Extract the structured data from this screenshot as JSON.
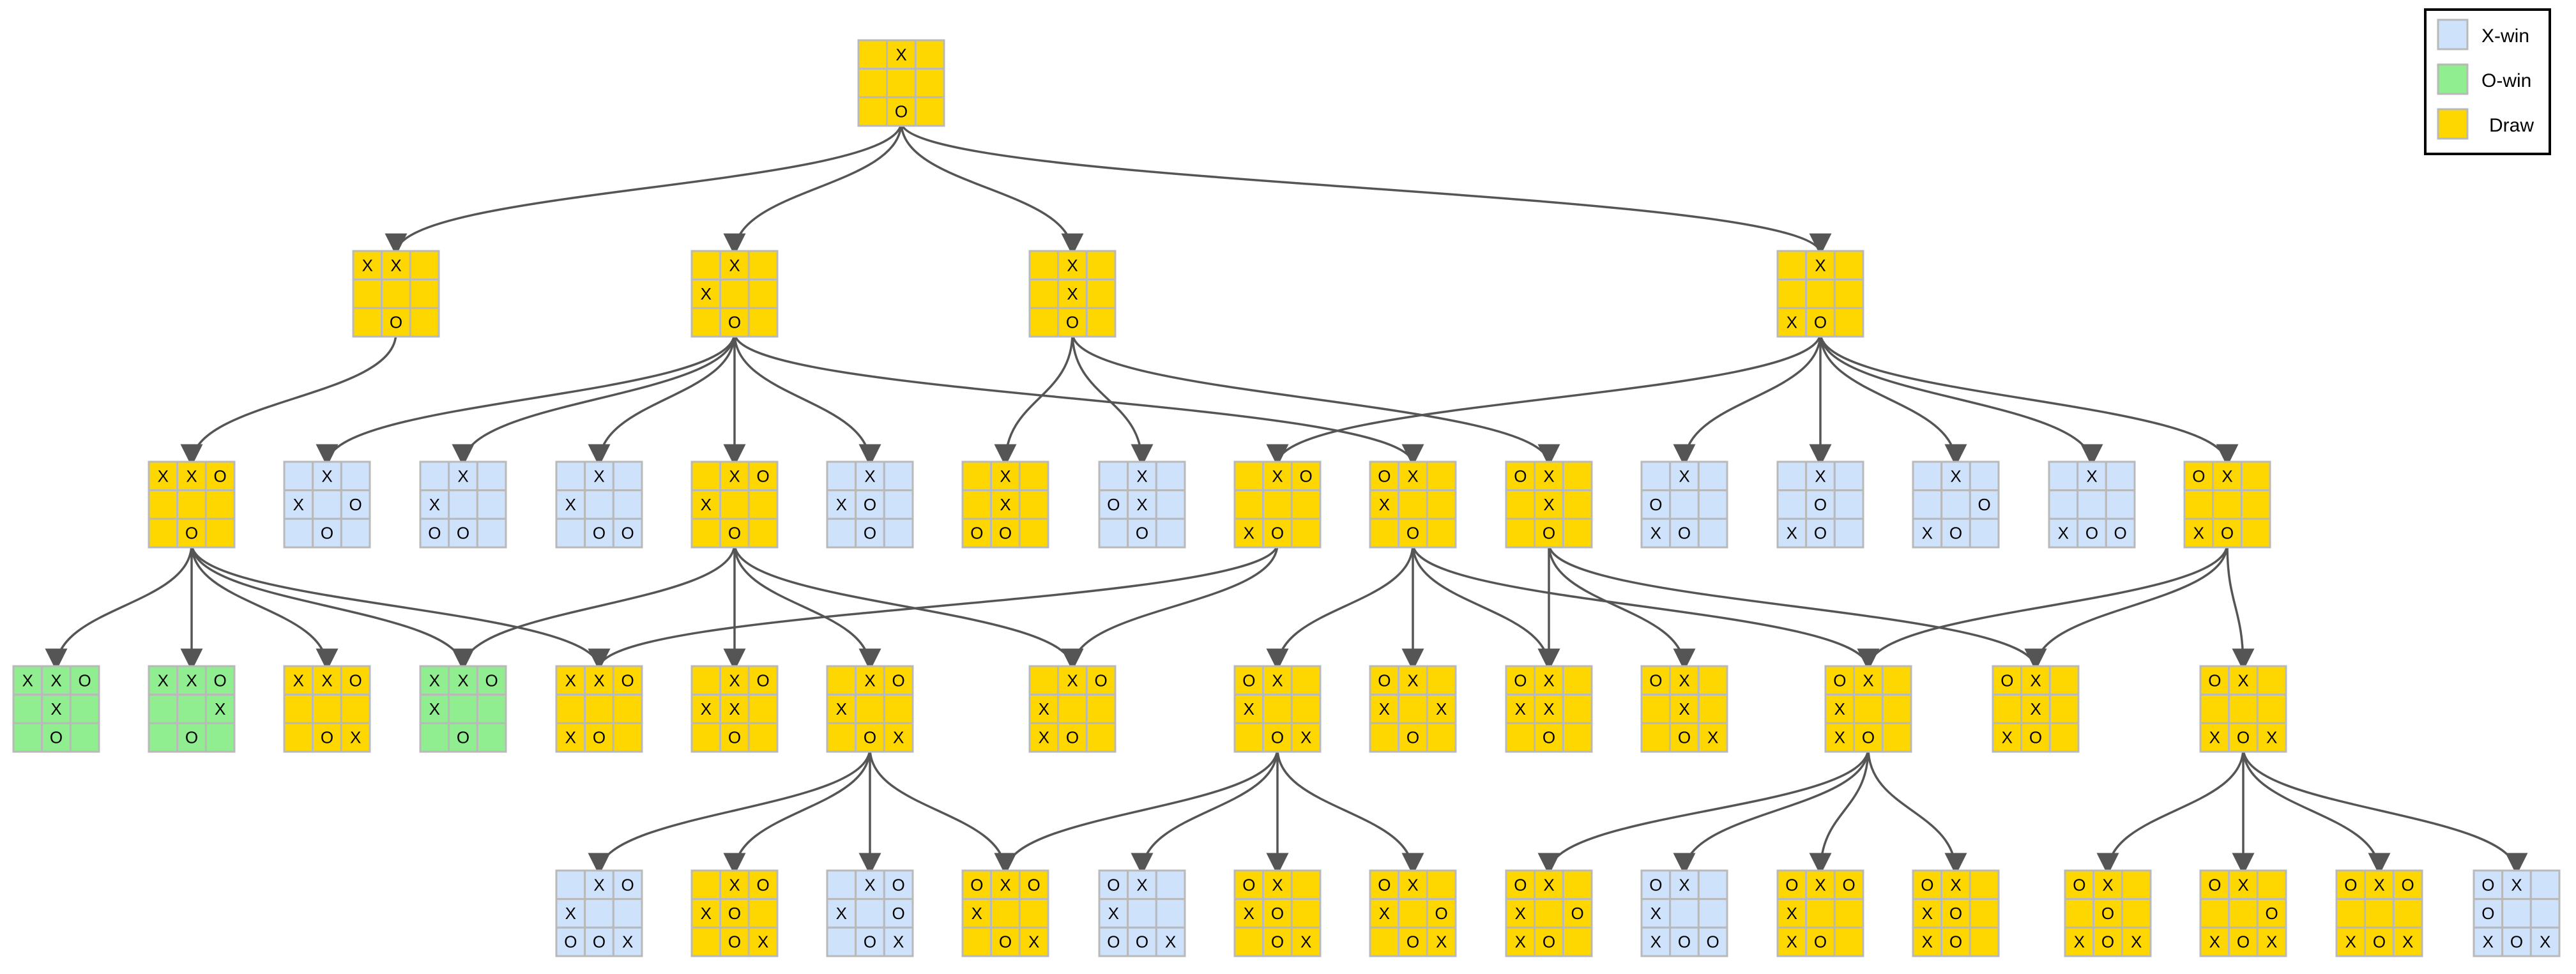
{
  "colors": {
    "x_win": "#cfe2fb",
    "o_win": "#90ee90",
    "draw": "#ffd700",
    "grid": "#b9b9b9",
    "edge": "#555555"
  },
  "legend": {
    "items": [
      {
        "label": "X-win",
        "outcome": "x_win"
      },
      {
        "label": "O-win",
        "outcome": "o_win"
      },
      {
        "label": "Draw",
        "outcome": "draw"
      }
    ]
  },
  "nodes": [
    {
      "id": "root",
      "board": [
        " X ",
        "   ",
        " O "
      ],
      "outcome": "draw"
    },
    {
      "id": "a1",
      "board": [
        "XX ",
        "   ",
        " O "
      ],
      "outcome": "draw"
    },
    {
      "id": "a2",
      "board": [
        " X ",
        "X  ",
        " O "
      ],
      "outcome": "draw"
    },
    {
      "id": "a3",
      "board": [
        " X ",
        " X ",
        " O "
      ],
      "outcome": "draw"
    },
    {
      "id": "a4",
      "board": [
        " X ",
        "   ",
        "XO "
      ],
      "outcome": "draw"
    },
    {
      "id": "b1",
      "board": [
        "XXO",
        "   ",
        " O "
      ],
      "outcome": "draw"
    },
    {
      "id": "b2",
      "board": [
        " X ",
        "X O",
        " O "
      ],
      "outcome": "x_win"
    },
    {
      "id": "b3",
      "board": [
        " X ",
        "X  ",
        "OO "
      ],
      "outcome": "x_win"
    },
    {
      "id": "b4",
      "board": [
        " X ",
        "X  ",
        " OO"
      ],
      "outcome": "x_win"
    },
    {
      "id": "b5",
      "board": [
        " XO",
        "X  ",
        " O "
      ],
      "outcome": "draw"
    },
    {
      "id": "b6",
      "board": [
        " X ",
        "XO ",
        " O "
      ],
      "outcome": "x_win"
    },
    {
      "id": "b7",
      "board": [
        " X ",
        " X ",
        "OO "
      ],
      "outcome": "draw"
    },
    {
      "id": "b8",
      "board": [
        " X ",
        "OX ",
        " O "
      ],
      "outcome": "x_win"
    },
    {
      "id": "b9",
      "board": [
        " XO",
        "   ",
        "XO "
      ],
      "outcome": "draw"
    },
    {
      "id": "b10",
      "board": [
        "OX ",
        "X  ",
        " O "
      ],
      "outcome": "draw"
    },
    {
      "id": "b11",
      "board": [
        "OX ",
        " X ",
        " O "
      ],
      "outcome": "draw"
    },
    {
      "id": "b12",
      "board": [
        " X ",
        "O  ",
        "XO "
      ],
      "outcome": "x_win"
    },
    {
      "id": "b13",
      "board": [
        " X ",
        " O ",
        "XO "
      ],
      "outcome": "x_win"
    },
    {
      "id": "b14",
      "board": [
        " X ",
        "  O",
        "XO "
      ],
      "outcome": "x_win"
    },
    {
      "id": "b15",
      "board": [
        " X ",
        "   ",
        "XOO"
      ],
      "outcome": "x_win"
    },
    {
      "id": "b16",
      "board": [
        "OX ",
        "   ",
        "XO "
      ],
      "outcome": "draw"
    },
    {
      "id": "c1",
      "board": [
        "XXO",
        " X ",
        " O "
      ],
      "outcome": "o_win"
    },
    {
      "id": "c2",
      "board": [
        "XXO",
        "  X",
        " O "
      ],
      "outcome": "o_win"
    },
    {
      "id": "c3",
      "board": [
        "XXO",
        "   ",
        " OX"
      ],
      "outcome": "draw"
    },
    {
      "id": "c4",
      "board": [
        "XXO",
        "X  ",
        " O "
      ],
      "outcome": "o_win"
    },
    {
      "id": "c5",
      "board": [
        "XXO",
        "   ",
        "XO "
      ],
      "outcome": "draw"
    },
    {
      "id": "c6",
      "board": [
        " XO",
        "XX ",
        " O "
      ],
      "outcome": "draw"
    },
    {
      "id": "c7",
      "board": [
        " XO",
        "X  ",
        " OX"
      ],
      "outcome": "draw"
    },
    {
      "id": "c8",
      "board": [
        " XO",
        "X  ",
        "XO "
      ],
      "outcome": "draw"
    },
    {
      "id": "c9",
      "board": [
        "OX ",
        "X  ",
        " OX"
      ],
      "outcome": "draw"
    },
    {
      "id": "c10",
      "board": [
        "OX ",
        "X X",
        " O "
      ],
      "outcome": "draw"
    },
    {
      "id": "c11",
      "board": [
        "OX ",
        "XX ",
        " O "
      ],
      "outcome": "draw"
    },
    {
      "id": "c12",
      "board": [
        "OX ",
        " X ",
        " OX"
      ],
      "outcome": "draw"
    },
    {
      "id": "c13",
      "board": [
        "OX ",
        "X  ",
        "XO "
      ],
      "outcome": "draw"
    },
    {
      "id": "c14",
      "board": [
        "OX ",
        " X ",
        "XO "
      ],
      "outcome": "draw"
    },
    {
      "id": "c15",
      "board": [
        "OX ",
        "   ",
        "XOX"
      ],
      "outcome": "draw"
    },
    {
      "id": "d1",
      "board": [
        " XO",
        "X  ",
        "OOX"
      ],
      "outcome": "x_win"
    },
    {
      "id": "d2",
      "board": [
        " XO",
        "XO ",
        " OX"
      ],
      "outcome": "draw"
    },
    {
      "id": "d3",
      "board": [
        " XO",
        "X O",
        " OX"
      ],
      "outcome": "x_win"
    },
    {
      "id": "d4",
      "board": [
        "OXO",
        "X  ",
        " OX"
      ],
      "outcome": "draw"
    },
    {
      "id": "d5",
      "board": [
        "OX ",
        "X  ",
        "OOX"
      ],
      "outcome": "x_win"
    },
    {
      "id": "d6",
      "board": [
        "OX ",
        "XO ",
        " OX"
      ],
      "outcome": "draw"
    },
    {
      "id": "d7",
      "board": [
        "OX ",
        "X O",
        " OX"
      ],
      "outcome": "draw"
    },
    {
      "id": "d8",
      "board": [
        "OX ",
        "X O",
        "XO "
      ],
      "outcome": "draw"
    },
    {
      "id": "d9",
      "board": [
        "OX ",
        "X  ",
        "XOO"
      ],
      "outcome": "x_win"
    },
    {
      "id": "d10",
      "board": [
        "OXO",
        "X  ",
        "XO "
      ],
      "outcome": "draw"
    },
    {
      "id": "d11",
      "board": [
        "OX ",
        "XO ",
        "XO "
      ],
      "outcome": "draw"
    },
    {
      "id": "d12",
      "board": [
        "OX ",
        " O ",
        "XOX"
      ],
      "outcome": "draw"
    },
    {
      "id": "d13",
      "board": [
        "OX ",
        "  O",
        "XOX"
      ],
      "outcome": "draw"
    },
    {
      "id": "d14",
      "board": [
        "OXO",
        "   ",
        "XOX"
      ],
      "outcome": "draw"
    },
    {
      "id": "d15",
      "board": [
        "OX ",
        "O  ",
        "XOX"
      ],
      "outcome": "x_win"
    }
  ],
  "edges": [
    [
      "root",
      "a1"
    ],
    [
      "root",
      "a2"
    ],
    [
      "root",
      "a3"
    ],
    [
      "root",
      "a4"
    ],
    [
      "a1",
      "b1"
    ],
    [
      "a2",
      "b2"
    ],
    [
      "a2",
      "b3"
    ],
    [
      "a2",
      "b4"
    ],
    [
      "a2",
      "b5"
    ],
    [
      "a2",
      "b6"
    ],
    [
      "a2",
      "b10"
    ],
    [
      "a3",
      "b7"
    ],
    [
      "a3",
      "b8"
    ],
    [
      "a3",
      "b11"
    ],
    [
      "a4",
      "b9"
    ],
    [
      "a4",
      "b12"
    ],
    [
      "a4",
      "b13"
    ],
    [
      "a4",
      "b14"
    ],
    [
      "a4",
      "b15"
    ],
    [
      "a4",
      "b16"
    ],
    [
      "b1",
      "c1"
    ],
    [
      "b1",
      "c2"
    ],
    [
      "b1",
      "c3"
    ],
    [
      "b1",
      "c4"
    ],
    [
      "b1",
      "c5"
    ],
    [
      "b5",
      "c4"
    ],
    [
      "b5",
      "c6"
    ],
    [
      "b5",
      "c7"
    ],
    [
      "b5",
      "c8"
    ],
    [
      "b9",
      "c5"
    ],
    [
      "b9",
      "c8"
    ],
    [
      "b10",
      "c9"
    ],
    [
      "b10",
      "c10"
    ],
    [
      "b10",
      "c11"
    ],
    [
      "b10",
      "c13"
    ],
    [
      "b11",
      "c11"
    ],
    [
      "b11",
      "c12"
    ],
    [
      "b11",
      "c14"
    ],
    [
      "b16",
      "c13"
    ],
    [
      "b16",
      "c14"
    ],
    [
      "b16",
      "c15"
    ],
    [
      "c7",
      "d1"
    ],
    [
      "c7",
      "d2"
    ],
    [
      "c7",
      "d3"
    ],
    [
      "c7",
      "d4"
    ],
    [
      "c9",
      "d4"
    ],
    [
      "c9",
      "d5"
    ],
    [
      "c9",
      "d6"
    ],
    [
      "c9",
      "d7"
    ],
    [
      "c13",
      "d8"
    ],
    [
      "c13",
      "d9"
    ],
    [
      "c13",
      "d10"
    ],
    [
      "c13",
      "d11"
    ],
    [
      "c15",
      "d12"
    ],
    [
      "c15",
      "d13"
    ],
    [
      "c15",
      "d14"
    ],
    [
      "c15",
      "d15"
    ]
  ]
}
